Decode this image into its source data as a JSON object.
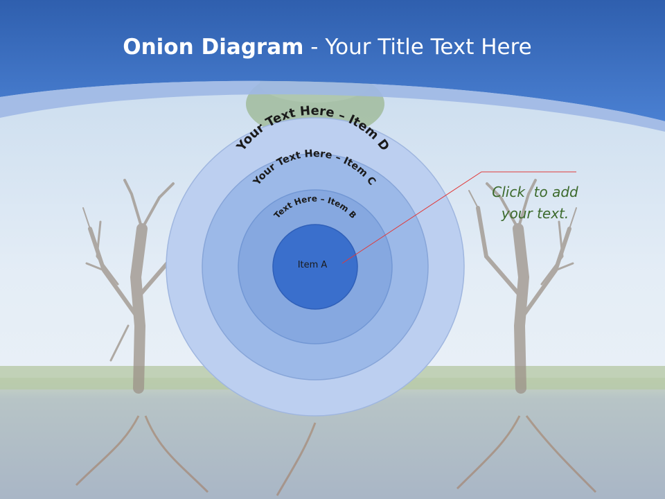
{
  "title": {
    "bold": "Onion Diagram",
    "rest": " - Your Title Text Here"
  },
  "onion": {
    "layers": [
      {
        "label": "Your Text Here – Item D",
        "fill": "#bccff0"
      },
      {
        "label": "Your Text Here – Item C",
        "fill": "#9cb9e8"
      },
      {
        "label": "Text Here – Item B",
        "fill": "#86a8e0"
      },
      {
        "label": "Item A",
        "fill": "#3a6fcc"
      }
    ]
  },
  "callout": {
    "line1": "Click  to add",
    "line2": "your text."
  },
  "colors": {
    "banner": "#3f72c4",
    "leader_line": "#e03a3a",
    "callout_text": "#3c6a2c"
  }
}
